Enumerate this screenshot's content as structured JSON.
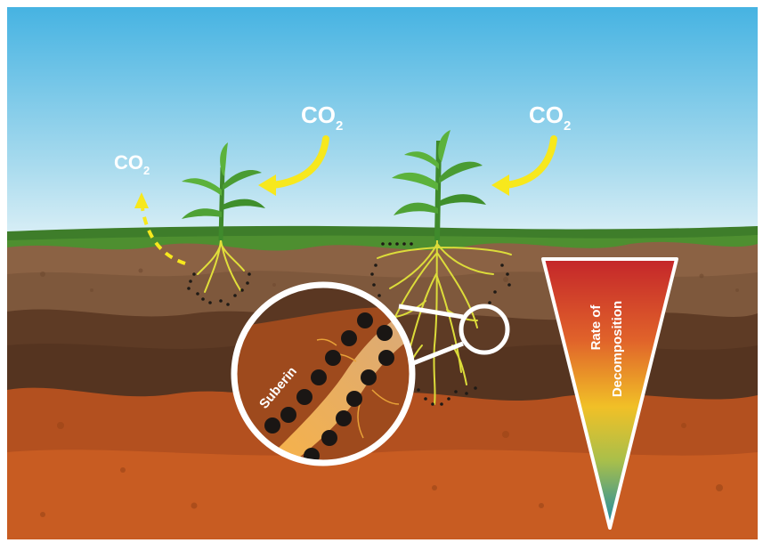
{
  "labels": {
    "co2_main": "CO",
    "co2_sub": "2",
    "suberin": "Suberin",
    "gradient_line1": "Rate of",
    "gradient_line2": "Decomposition"
  },
  "colors": {
    "sky_top": "#4cb6e2",
    "sky_bottom": "#d8eef6",
    "grass": "#3f7f2a",
    "topsoil": "#8c6445",
    "midsoil": "#5f3c26",
    "subsoil": "#c65a22",
    "arrow_yellow": "#f6e71e",
    "root_yellow": "#e1e03c",
    "gradient_top": "#c62a27",
    "gradient_mid": "#f2c226",
    "gradient_bottom": "#1f8fa7"
  },
  "icons": {
    "incoming_arrow_left": "curved-arrow-icon",
    "incoming_arrow_right": "curved-arrow-icon",
    "release_arrow": "dashed-arrow-icon",
    "magnifier": "magnifier-icon",
    "gradient": "inverted-triangle-icon"
  }
}
